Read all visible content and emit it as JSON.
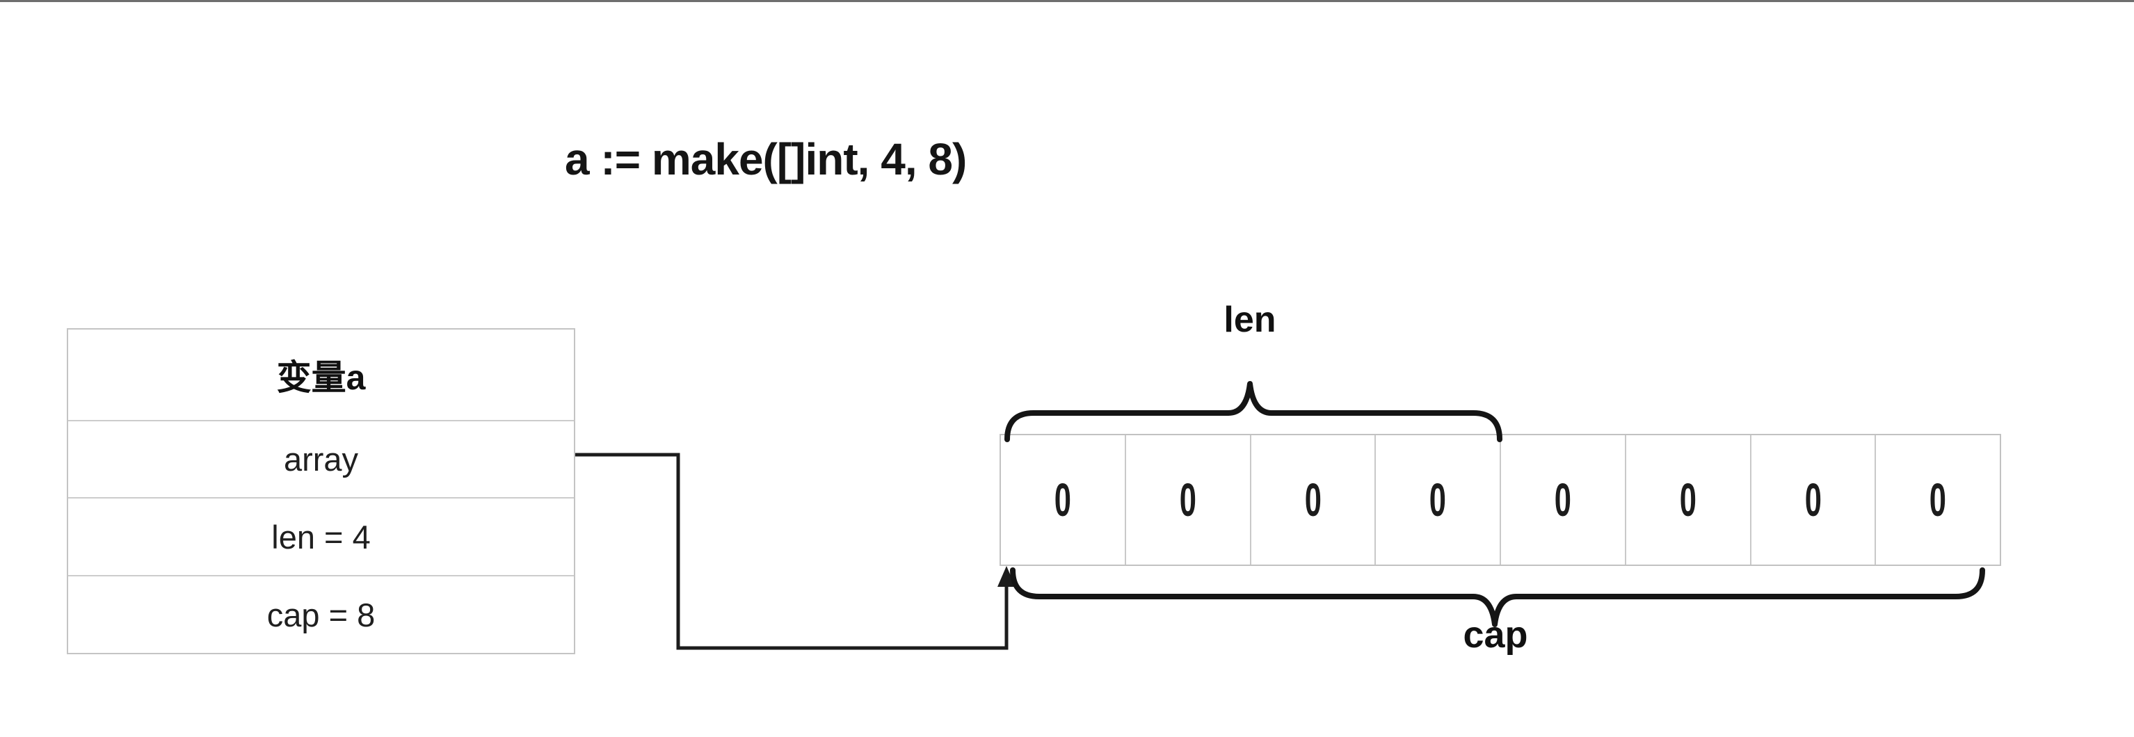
{
  "title": {
    "code": "a := make([]int, 4, 8)"
  },
  "variable_table": {
    "header": "变量a",
    "rows": [
      "array",
      "len = 4",
      "cap = 8"
    ]
  },
  "memory": {
    "cells": [
      "0",
      "0",
      "0",
      "0",
      "0",
      "0",
      "0",
      "0"
    ]
  },
  "labels": {
    "len": "len",
    "cap": "cap"
  },
  "colors": {
    "ink": "#1a1a1a",
    "line": "#1c1c1c",
    "table_border": "#c4c4c4",
    "top_rule": "#6e6e6e",
    "background": "#ffffff"
  }
}
